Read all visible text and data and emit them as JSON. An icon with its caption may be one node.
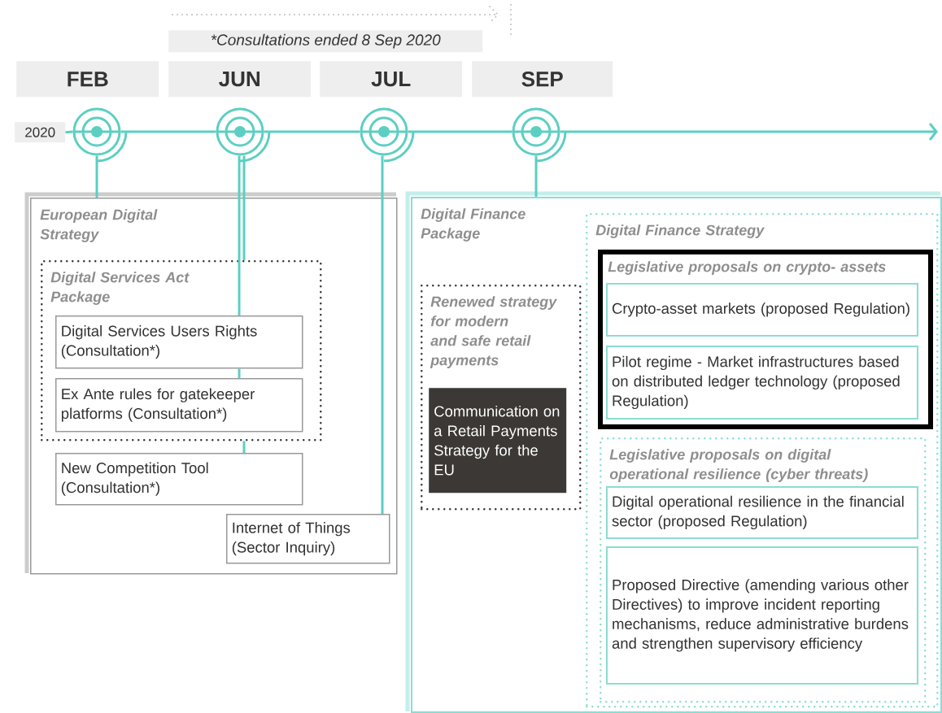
{
  "diagram": {
    "nodes": [
      {
        "text": [
          "*Consultations ended 8 Sep 2020"
        ]
      },
      {
        "text": [
          "FEB"
        ]
      },
      {
        "text": [
          "JUN"
        ]
      },
      {
        "text": [
          "JUL"
        ]
      },
      {
        "text": [
          "SEP"
        ]
      },
      {
        "text": [
          "2020"
        ]
      },
      {
        "text": [],
        "shape": "circle"
      },
      {
        "text": [],
        "shape": "circle"
      },
      {
        "text": [],
        "shape": "circle"
      },
      {
        "text": [],
        "shape": "circle"
      },
      {
        "text": [
          "European Digital Strategy"
        ]
      },
      {
        "text": [
          "Digital Services Act Package"
        ],
        "in": 10
      },
      {
        "text": [
          "Digital Services Users Rights (Consultation*)"
        ],
        "in": 11
      },
      {
        "text": [
          "Ex Ante rules for gatekeeper platforms (Consultation*)"
        ],
        "in": 11
      },
      {
        "text": [
          "New Competition Tool (Consultation*)"
        ],
        "in": 10
      },
      {
        "text": [
          "Internet of Things (Sector Inquiry)"
        ],
        "in": 10
      },
      {
        "text": [
          "Digital Finance Package"
        ]
      },
      {
        "text": [
          "Renewed strategy for modern and safe retail payments"
        ],
        "in": 16
      },
      {
        "text": [
          "Communication on a Retail Payments Strategy for the EU"
        ],
        "in": 17
      },
      {
        "text": [
          "Digital Finance Strategy"
        ],
        "in": 16
      },
      {
        "text": [
          "Legislative proposals on crypto- assets"
        ],
        "in": 19
      },
      {
        "text": [
          "Crypto-asset markets (proposed Regulation)"
        ],
        "in": 20
      },
      {
        "text": [
          "Pilot regime - Market infrastructures based on distributed ledger technology (proposed Regulation)"
        ],
        "in": 20
      },
      {
        "text": [
          "Legislative proposals on digital operational resilience (cyber threats)"
        ],
        "in": 19
      },
      {
        "text": [
          "Digital operational resilience in the financial sector (proposed Regulation)"
        ],
        "in": 23
      },
      {
        "text": [
          "Proposed Directive (amending various other Directives) to improve incident reporting mechanisms, reduce administrative burdens and strengthen supervisory efficiency"
        ],
        "in": 23
      }
    ],
    "edges": [
      {
        "from": 5,
        "to": 6,
        "arrow": "none"
      },
      {
        "from": 6,
        "to": 7,
        "arrow": "none"
      },
      {
        "from": 7,
        "to": 8,
        "arrow": "none"
      },
      {
        "from": 8,
        "to": 9,
        "arrow": "none"
      },
      {
        "from": 9,
        "to": null,
        "arrow": "to"
      },
      {
        "from": 6,
        "to": 10,
        "arrow": "none"
      },
      {
        "from": 7,
        "to": 12,
        "arrow": "none"
      },
      {
        "from": 7,
        "to": 11,
        "arrow": "none"
      },
      {
        "from": 12,
        "to": 13,
        "arrow": "none"
      },
      {
        "from": 11,
        "to": 14,
        "arrow": "none"
      },
      {
        "from": 8,
        "to": 15,
        "arrow": "none"
      },
      {
        "from": 9,
        "to": 16,
        "arrow": "none"
      }
    ]
  }
}
